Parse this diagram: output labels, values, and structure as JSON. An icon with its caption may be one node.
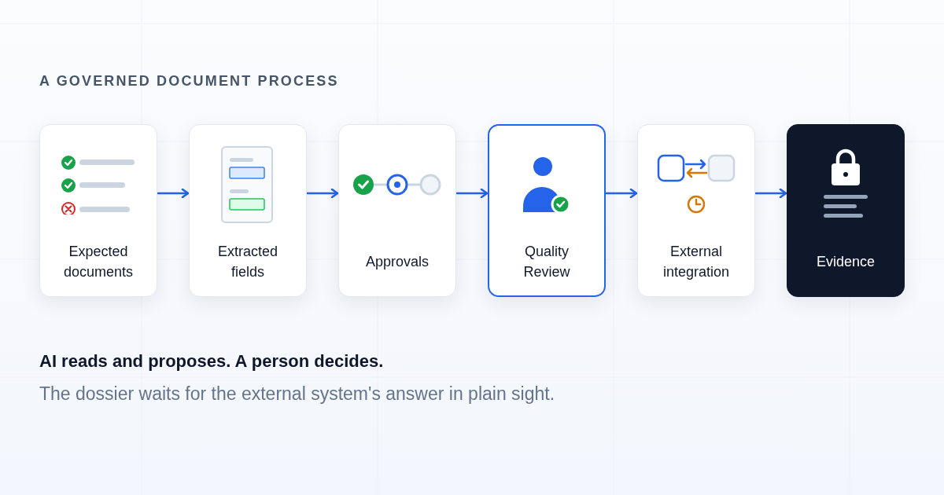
{
  "diagram": {
    "title": "A GOVERNED DOCUMENT PROCESS",
    "nodes": [
      {
        "text": [
          "Expected documents"
        ]
      },
      {
        "text": [
          "Extracted fields"
        ]
      },
      {
        "text": [
          "Approvals"
        ]
      },
      {
        "text": [
          "Quality Review"
        ]
      },
      {
        "text": [
          "External integration"
        ]
      },
      {
        "text": [
          "Evidence"
        ]
      }
    ],
    "edges": [
      {
        "from": 0,
        "to": 1,
        "arrow": "to"
      },
      {
        "from": 1,
        "to": 2,
        "arrow": "to"
      },
      {
        "from": 2,
        "to": 3,
        "arrow": "to"
      },
      {
        "from": 3,
        "to": 4,
        "arrow": "to"
      },
      {
        "from": 4,
        "to": 5,
        "arrow": "to"
      }
    ],
    "labels": [
      "AI reads and proposes. A person decides.",
      "The dossier waits for the external system's answer in plain sight."
    ]
  }
}
